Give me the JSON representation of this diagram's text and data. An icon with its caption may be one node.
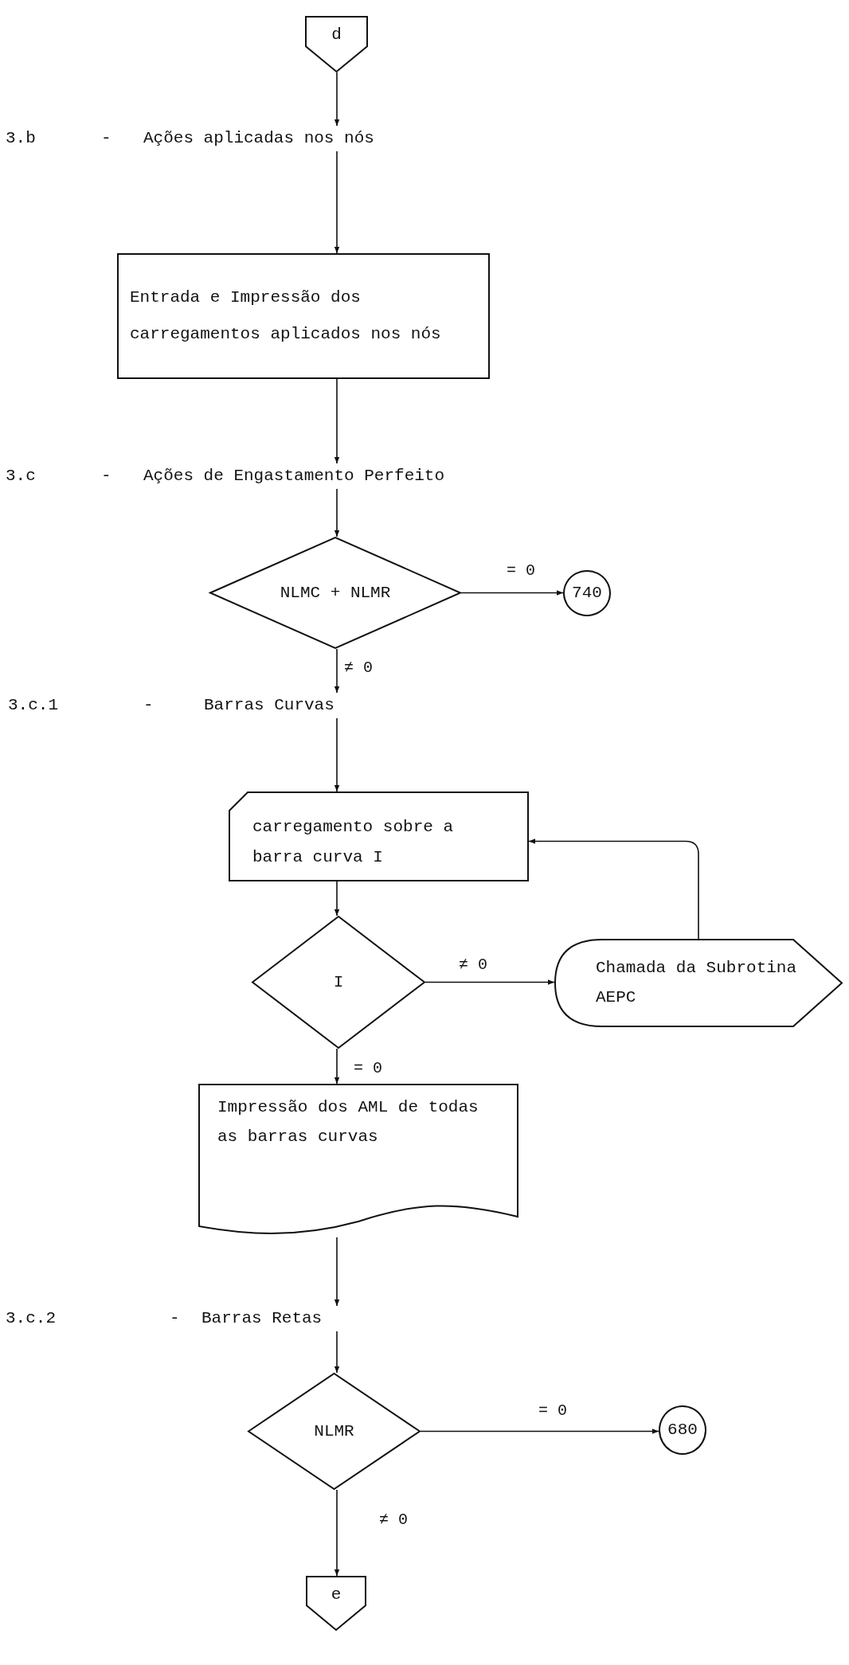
{
  "diagram": {
    "nodes": [
      {
        "text": [
          "d"
        ]
      },
      {
        "text": [
          "3.b",
          "-",
          "Ações aplicadas nos nós"
        ]
      },
      {
        "text": [
          "Entrada e Impressão dos carregamentos aplicados nos nós"
        ]
      },
      {
        "text": [
          "3.c",
          "-",
          "Ações de Engastamento Perfeito"
        ]
      },
      {
        "text": [
          "NLMC + NLMR"
        ]
      },
      {
        "text": [
          "740"
        ]
      },
      {
        "text": [
          "3.c.1",
          "-",
          "Barras Curvas"
        ]
      },
      {
        "text": [
          "carregamento sobre a barra curva I"
        ]
      },
      {
        "text": [
          "I"
        ]
      },
      {
        "text": [
          "Chamada da Subrotina AEPC"
        ]
      },
      {
        "text": [
          "Impressão dos AML de todas as barras curvas"
        ]
      },
      {
        "text": [
          "3.c.2",
          "-",
          "Barras Retas"
        ]
      },
      {
        "text": [
          "NLMR"
        ]
      },
      {
        "text": [
          "680"
        ]
      },
      {
        "text": [
          "e"
        ]
      }
    ],
    "edges": [
      {
        "from": 0,
        "to": 1,
        "arrow": "to"
      },
      {
        "from": 1,
        "to": 2,
        "arrow": "to"
      },
      {
        "from": 2,
        "to": 3,
        "arrow": "to"
      },
      {
        "from": 3,
        "to": 4,
        "arrow": "to"
      },
      {
        "from": 4,
        "to": 5,
        "arrow": "to",
        "label": "= 0"
      },
      {
        "from": 4,
        "to": 6,
        "arrow": "to",
        "label": "≠ 0"
      },
      {
        "from": 6,
        "to": 7,
        "arrow": "to"
      },
      {
        "from": 7,
        "to": 8,
        "arrow": "to"
      },
      {
        "from": 8,
        "to": 9,
        "arrow": "to",
        "label": "≠ 0"
      },
      {
        "from": 9,
        "to": 7,
        "arrow": "to"
      },
      {
        "from": 8,
        "to": 10,
        "arrow": "to",
        "label": "= 0"
      },
      {
        "from": 10,
        "to": 11,
        "arrow": "to"
      },
      {
        "from": 11,
        "to": 12,
        "arrow": "to"
      },
      {
        "from": 12,
        "to": 13,
        "arrow": "to",
        "label": "= 0"
      },
      {
        "from": 12,
        "to": 14,
        "arrow": "to",
        "label": "≠ 0"
      }
    ]
  }
}
